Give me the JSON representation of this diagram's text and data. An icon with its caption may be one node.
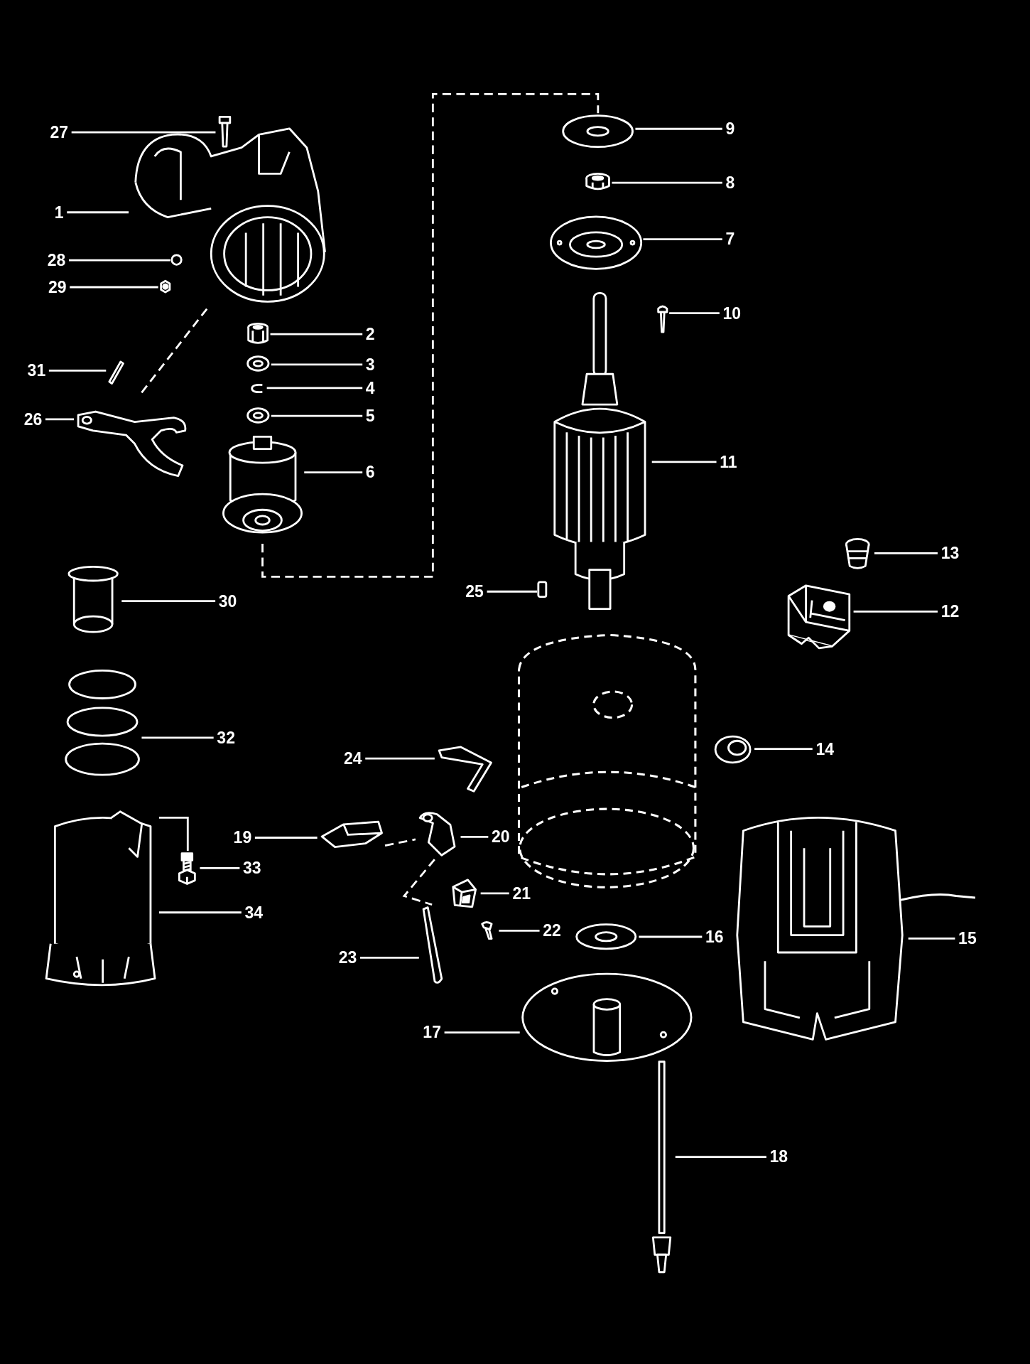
{
  "diagram": {
    "nodes": [
      {
        "text": [
          "27"
        ]
      },
      {
        "text": [],
        "shape": "picture"
      },
      {
        "text": [
          "1"
        ]
      },
      {
        "text": [],
        "shape": "picture"
      },
      {
        "text": [
          "28"
        ]
      },
      {
        "text": [],
        "shape": "circle"
      },
      {
        "text": [
          "29"
        ]
      },
      {
        "text": [],
        "shape": "picture"
      },
      {
        "text": [
          "2"
        ]
      },
      {
        "text": [],
        "shape": "picture"
      },
      {
        "text": [
          "3"
        ]
      },
      {
        "text": [],
        "shape": "picture"
      },
      {
        "text": [
          "4"
        ]
      },
      {
        "text": [],
        "shape": "picture"
      },
      {
        "text": [
          "5"
        ]
      },
      {
        "text": [],
        "shape": "picture"
      },
      {
        "text": [
          "6"
        ]
      },
      {
        "text": [],
        "shape": "picture"
      },
      {
        "text": [
          "31"
        ]
      },
      {
        "text": [],
        "shape": "picture"
      },
      {
        "text": [
          "26"
        ]
      },
      {
        "text": [],
        "shape": "picture"
      },
      {
        "text": [
          "9"
        ]
      },
      {
        "text": [],
        "shape": "picture"
      },
      {
        "text": [
          "8"
        ]
      },
      {
        "text": [],
        "shape": "picture"
      },
      {
        "text": [
          "7"
        ]
      },
      {
        "text": [],
        "shape": "picture"
      },
      {
        "text": [
          "10"
        ]
      },
      {
        "text": [],
        "shape": "picture"
      },
      {
        "text": [
          "11"
        ]
      },
      {
        "text": [],
        "shape": "picture"
      },
      {
        "text": [
          "13"
        ]
      },
      {
        "text": [],
        "shape": "picture"
      },
      {
        "text": [
          "12"
        ]
      },
      {
        "text": [],
        "shape": "picture"
      },
      {
        "text": [
          "25"
        ]
      },
      {
        "text": [],
        "shape": "box"
      },
      {
        "text": [
          "30"
        ]
      },
      {
        "text": [],
        "shape": "picture"
      },
      {
        "text": [
          "32"
        ]
      },
      {
        "text": [],
        "shape": "picture"
      },
      {
        "text": [
          "24"
        ]
      },
      {
        "text": [],
        "shape": "picture"
      },
      {
        "text": [
          "14"
        ]
      },
      {
        "text": [],
        "shape": "picture"
      },
      {
        "text": [
          "19"
        ]
      },
      {
        "text": [],
        "shape": "picture"
      },
      {
        "text": [
          "20"
        ]
      },
      {
        "text": [],
        "shape": "picture"
      },
      {
        "text": [
          "33"
        ]
      },
      {
        "text": [],
        "shape": "picture"
      },
      {
        "text": [
          "34"
        ]
      },
      {
        "text": [],
        "shape": "picture"
      },
      {
        "text": [
          "21"
        ]
      },
      {
        "text": [],
        "shape": "picture"
      },
      {
        "text": [
          "22"
        ]
      },
      {
        "text": [],
        "shape": "picture"
      },
      {
        "text": [
          "16"
        ]
      },
      {
        "text": [],
        "shape": "picture"
      },
      {
        "text": [
          "15"
        ]
      },
      {
        "text": [],
        "shape": "picture"
      },
      {
        "text": [
          "23"
        ]
      },
      {
        "text": [],
        "shape": "picture"
      },
      {
        "text": [
          "17"
        ]
      },
      {
        "text": [],
        "shape": "picture"
      },
      {
        "text": [
          "18"
        ]
      },
      {
        "text": [],
        "shape": "picture"
      }
    ],
    "edges": [
      {
        "from": 0,
        "to": 1,
        "arrow": "none"
      },
      {
        "from": 2,
        "to": 3,
        "arrow": "none"
      },
      {
        "from": 4,
        "to": 5,
        "arrow": "none"
      },
      {
        "from": 6,
        "to": 7,
        "arrow": "none"
      },
      {
        "from": 8,
        "to": 9,
        "arrow": "none"
      },
      {
        "from": 10,
        "to": 11,
        "arrow": "none"
      },
      {
        "from": 12,
        "to": 13,
        "arrow": "none"
      },
      {
        "from": 14,
        "to": 15,
        "arrow": "none"
      },
      {
        "from": 16,
        "to": 17,
        "arrow": "none"
      },
      {
        "from": 18,
        "to": 19,
        "arrow": "none"
      },
      {
        "from": 20,
        "to": 21,
        "arrow": "none"
      },
      {
        "from": 22,
        "to": 23,
        "arrow": "none"
      },
      {
        "from": 24,
        "to": 25,
        "arrow": "none"
      },
      {
        "from": 26,
        "to": 27,
        "arrow": "none"
      },
      {
        "from": 28,
        "to": 29,
        "arrow": "none"
      },
      {
        "from": 30,
        "to": 31,
        "arrow": "none"
      },
      {
        "from": 32,
        "to": 33,
        "arrow": "none"
      },
      {
        "from": 34,
        "to": 35,
        "arrow": "none"
      },
      {
        "from": 36,
        "to": 37,
        "arrow": "none"
      },
      {
        "from": 38,
        "to": 39,
        "arrow": "none"
      },
      {
        "from": 40,
        "to": 41,
        "arrow": "none"
      },
      {
        "from": 42,
        "to": 43,
        "arrow": "none"
      },
      {
        "from": 44,
        "to": 45,
        "arrow": "none"
      },
      {
        "from": 46,
        "to": 47,
        "arrow": "none"
      },
      {
        "from": 48,
        "to": 49,
        "arrow": "none"
      },
      {
        "from": 50,
        "to": 51,
        "arrow": "none"
      },
      {
        "from": 52,
        "to": 53,
        "arrow": "none"
      },
      {
        "from": 54,
        "to": 55,
        "arrow": "none"
      },
      {
        "from": 56,
        "to": 57,
        "arrow": "none"
      },
      {
        "from": 58,
        "to": 59,
        "arrow": "none"
      },
      {
        "from": 60,
        "to": 61,
        "arrow": "none"
      },
      {
        "from": 62,
        "to": 63,
        "arrow": "none"
      },
      {
        "from": 64,
        "to": 65,
        "arrow": "none"
      },
      {
        "from": 66,
        "to": 67,
        "arrow": "none"
      },
      {
        "from": 3,
        "to": 21,
        "arrow": "none",
        "style": "dashed"
      },
      {
        "from": 17,
        "to": 23,
        "arrow": "none",
        "style": "dashed"
      },
      {
        "from": 47,
        "to": 49,
        "arrow": "none",
        "style": "dashed"
      },
      {
        "from": 49,
        "to": 63,
        "arrow": "none",
        "style": "dashed"
      },
      {
        "from": 51,
        "to": 53,
        "arrow": "none"
      }
    ]
  }
}
